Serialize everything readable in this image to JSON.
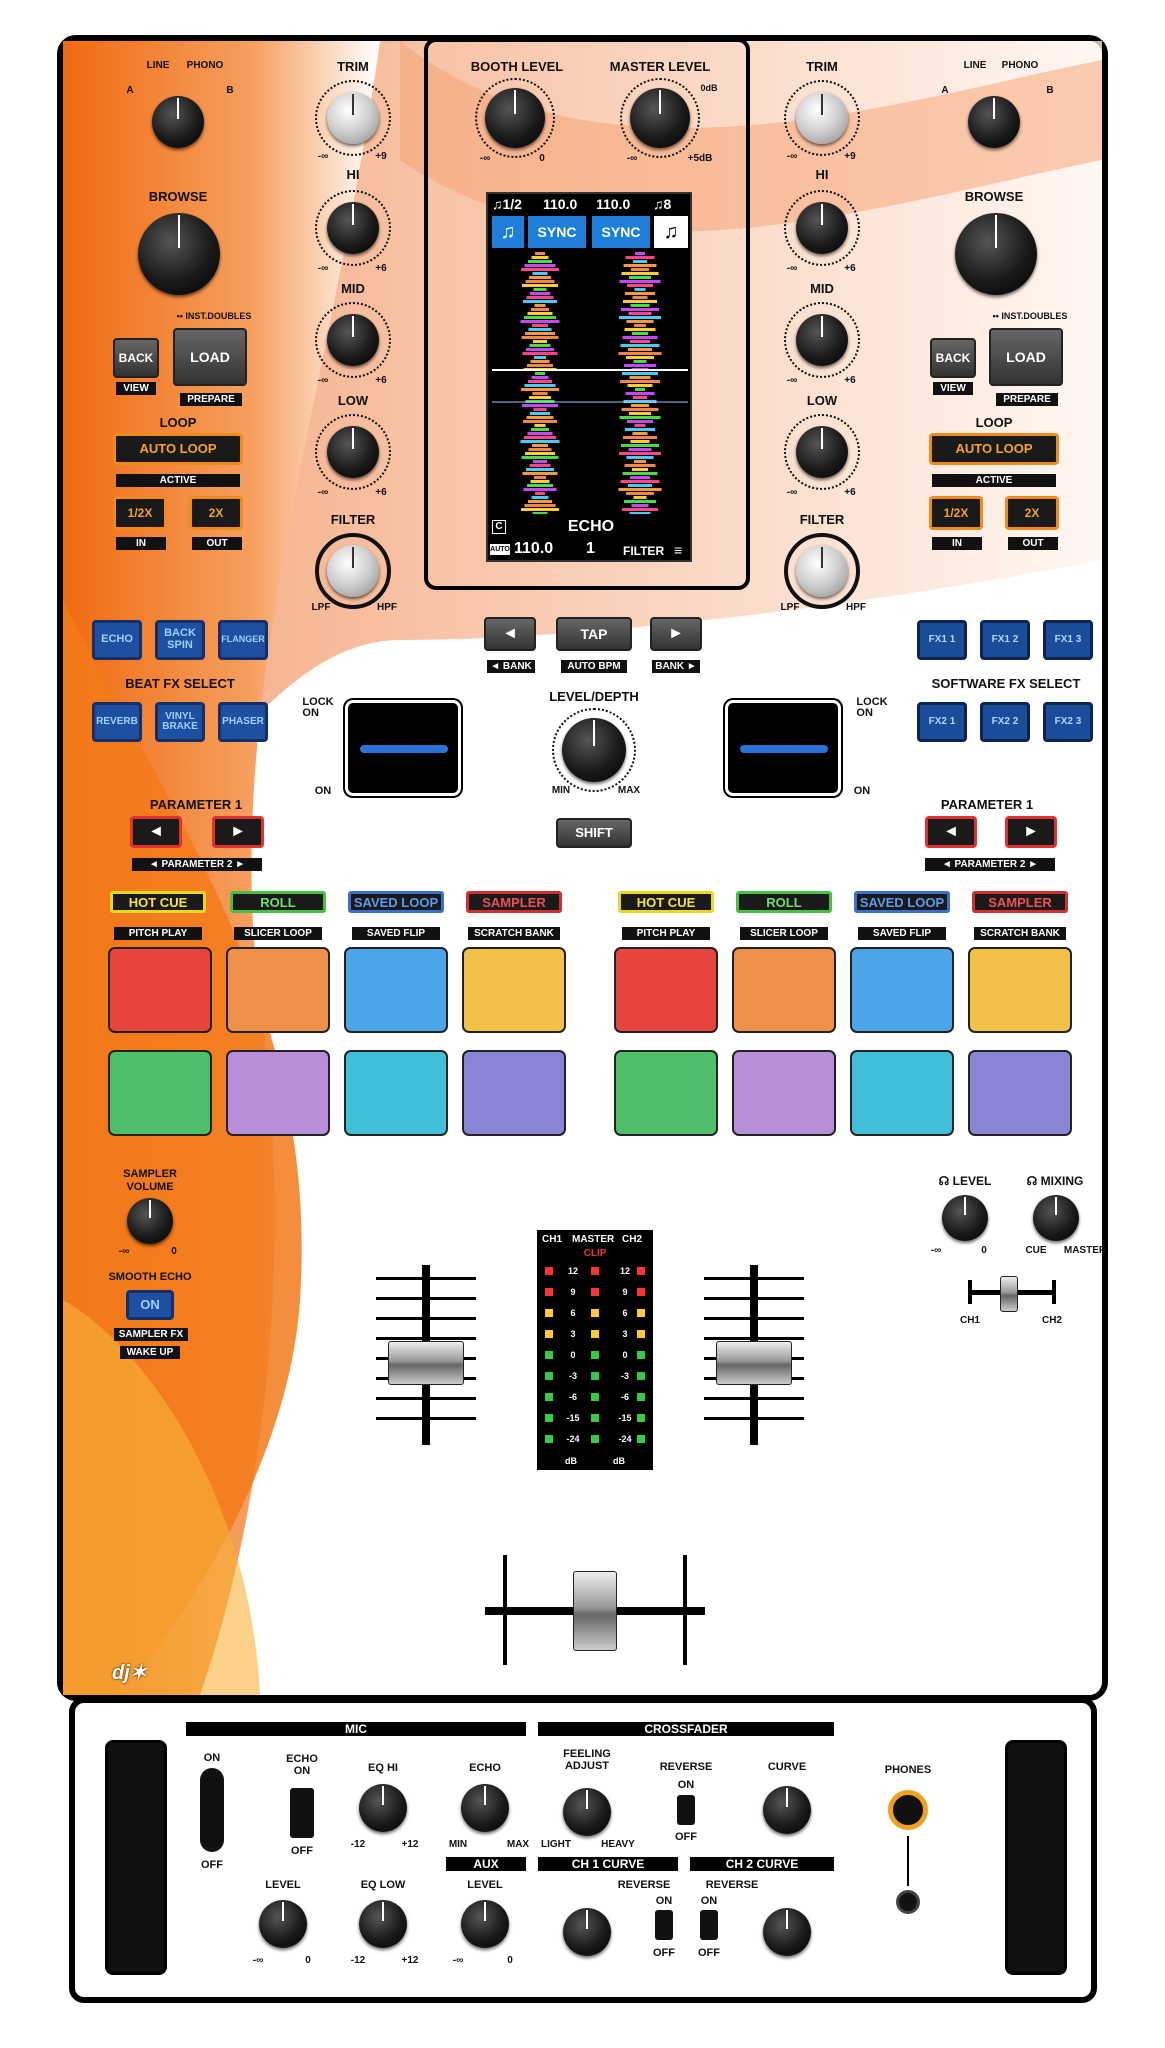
{
  "colors": {
    "accent_orange": "#f08a1c",
    "pad_red": "#e8453f",
    "pad_orange": "#f0914a",
    "pad_blue": "#4aa6e8",
    "pad_yellow": "#f0c24a",
    "pad_green": "#4fbf6a",
    "pad_lavender": "#b88ed8",
    "pad_cyan": "#40c0d8",
    "pad_violet": "#8a84d6"
  },
  "input_select": {
    "a": "A",
    "b": "B",
    "line": "LINE",
    "phono": "PHONO"
  },
  "deck": {
    "trim": "TRIM",
    "trim_min": "-∞",
    "trim_max": "+9",
    "hi": "HI",
    "mid": "MID",
    "low": "LOW",
    "eq_min": "-∞",
    "eq_max": "+6",
    "filter": "FILTER",
    "lpf": "LPF",
    "hpf": "HPF",
    "browse": "BROWSE",
    "back": "BACK",
    "view": "VIEW",
    "load": "LOAD",
    "prepare": "PREPARE",
    "inst_doubles": "•• INST.DOUBLES",
    "loop": "LOOP",
    "auto_loop": "AUTO LOOP",
    "active": "ACTIVE",
    "half": "1/2X",
    "double": "2X",
    "in": "IN",
    "out": "OUT",
    "parameter1": "PARAMETER 1",
    "parameter2": "◄ PARAMETER 2 ►",
    "lock_on": "LOCK\nON",
    "on": "ON",
    "left_arrow": "◄",
    "right_arrow": "►"
  },
  "top": {
    "booth_level": "BOOTH LEVEL",
    "master_level": "MASTER LEVEL",
    "booth_min": "-∞",
    "booth_max": "0",
    "master_min": "-∞",
    "master_max": "+5dB",
    "master_db": "0dB"
  },
  "screen": {
    "left_beat": "♫1/2",
    "left_bpm": "110.0",
    "right_bpm": "110.0",
    "right_beat": "♫8",
    "sync": "SYNC",
    "fx": "ECHO",
    "c": "C",
    "auto": "AUTO",
    "bpm": "110.0",
    "beats": "1",
    "filter": "FILTER"
  },
  "fx_nav": {
    "left": "◄",
    "tap": "TAP",
    "right": "►",
    "bank_l": "◄ BANK",
    "auto_bpm": "AUTO BPM",
    "bank_r": "BANK ►",
    "level_depth": "LEVEL/DEPTH",
    "min": "MIN",
    "max": "MAX",
    "shift": "SHIFT"
  },
  "beat_fx": {
    "title": "BEAT FX SELECT",
    "buttons": [
      "ECHO",
      "BACK SPIN",
      "FLANGER",
      "REVERB",
      "VINYL BRAKE",
      "PHASER"
    ]
  },
  "software_fx": {
    "title": "SOFTWARE FX SELECT",
    "buttons": [
      "FX1 1",
      "FX1 2",
      "FX1 3",
      "FX2 1",
      "FX2 2",
      "FX2 3"
    ]
  },
  "pad_modes": [
    {
      "label": "HOT CUE",
      "sub": "PITCH PLAY"
    },
    {
      "label": "ROLL",
      "sub": "SLICER LOOP"
    },
    {
      "label": "SAVED LOOP",
      "sub": "SAVED FLIP"
    },
    {
      "label": "SAMPLER",
      "sub": "SCRATCH BANK"
    }
  ],
  "sampler": {
    "volume": "SAMPLER\nVOLUME",
    "min": "-∞",
    "max": "0",
    "smooth_echo": "SMOOTH ECHO",
    "on": "ON",
    "sampler_fx": "SAMPLER FX",
    "wake_up": "WAKE UP"
  },
  "headphones": {
    "level": "LEVEL",
    "mixing": "MIXING",
    "min": "-∞",
    "max": "0",
    "cue": "CUE",
    "master": "MASTER",
    "ch1": "CH1",
    "ch2": "CH2"
  },
  "meter": {
    "ch1": "CH1",
    "master": "MASTER",
    "ch2": "CH2",
    "clip": "CLIP",
    "scale": [
      "12",
      "9",
      "6",
      "3",
      "0",
      "-3",
      "-6",
      "-15",
      "-24"
    ],
    "db": "dB"
  },
  "front": {
    "mic": "MIC",
    "crossfader": "CROSSFADER",
    "on": "ON",
    "off": "OFF",
    "echo_on": "ECHO\nON",
    "eq_hi": "EQ HI",
    "eq_low": "EQ LOW",
    "echo": "ECHO",
    "feeling_adjust": "FEELING\nADJUST",
    "light": "LIGHT",
    "heavy": "HEAVY",
    "reverse": "REVERSE",
    "curve": "CURVE",
    "phones": "PHONES",
    "level": "LEVEL",
    "aux": "AUX",
    "ch1_curve": "CH 1 CURVE",
    "ch2_curve": "CH 2 CURVE",
    "m12": "-12",
    "p12": "+12",
    "minf": "-∞",
    "zero": "0",
    "min": "MIN",
    "max": "MAX"
  }
}
